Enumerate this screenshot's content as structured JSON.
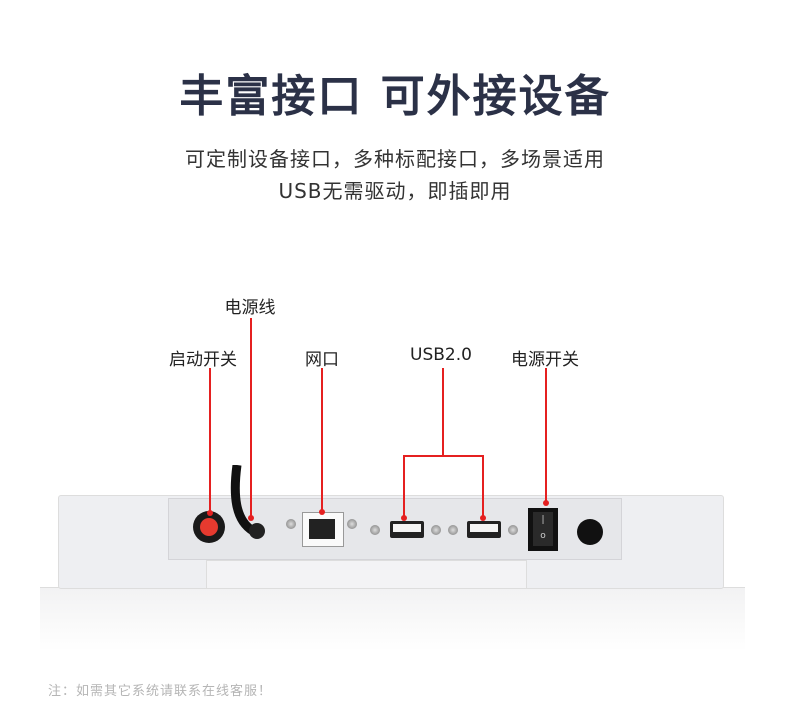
{
  "header": {
    "title": "丰富接口 可外接设备",
    "subtitle_line1": "可定制设备接口，多种标配接口，多场景适用",
    "subtitle_line2": "USB无需驱动，即插即用"
  },
  "labels": {
    "power_cord": "电源线",
    "start_switch": "启动开关",
    "network_port": "网口",
    "usb": "USB2.0",
    "power_switch": "电源开关"
  },
  "note": "注：如需其它系统请联系在线客服！",
  "colors": {
    "title": "#2b3147",
    "callout": "#e52020"
  }
}
